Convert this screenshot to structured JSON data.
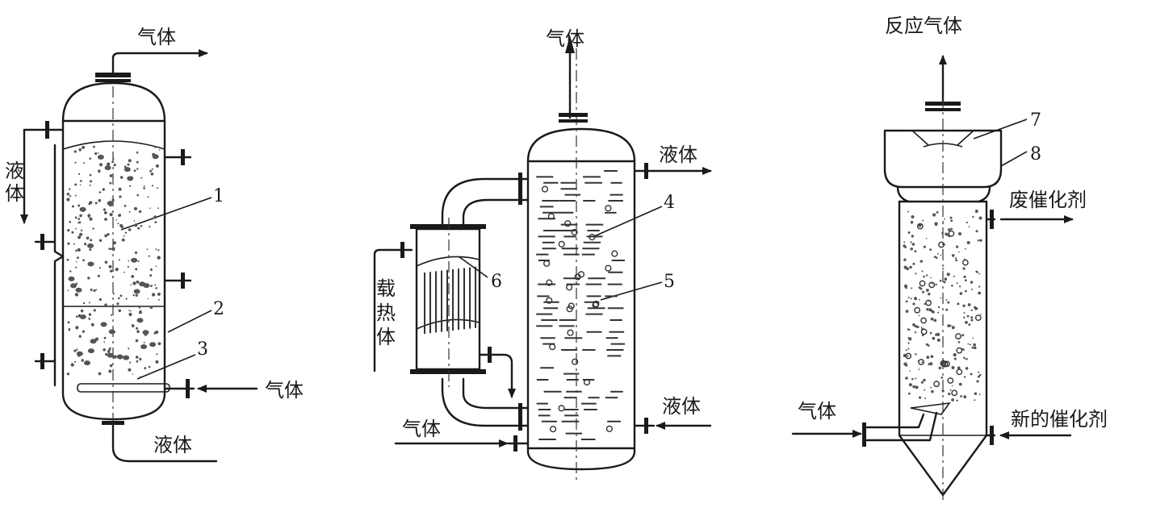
{
  "reactor_left": {
    "gas_out": "气体",
    "liquid_side_1": "液",
    "liquid_side_2": "体",
    "gas_in": "气体",
    "liquid_out": "液体",
    "callouts": [
      "1",
      "2",
      "3"
    ]
  },
  "reactor_middle": {
    "gas_out": "气体",
    "liquid_out": "液体",
    "heat_carrier_1": "载",
    "heat_carrier_2": "热",
    "heat_carrier_3": "体",
    "liquid_in": "液体",
    "gas_in": "气体",
    "callouts": [
      "4",
      "5",
      "6"
    ]
  },
  "reactor_right": {
    "gas_out": "反应气体",
    "spent_catalyst": "废催化剂",
    "gas_in": "气体",
    "fresh_catalyst": "新的催化剂",
    "callouts": [
      "7",
      "8"
    ]
  }
}
